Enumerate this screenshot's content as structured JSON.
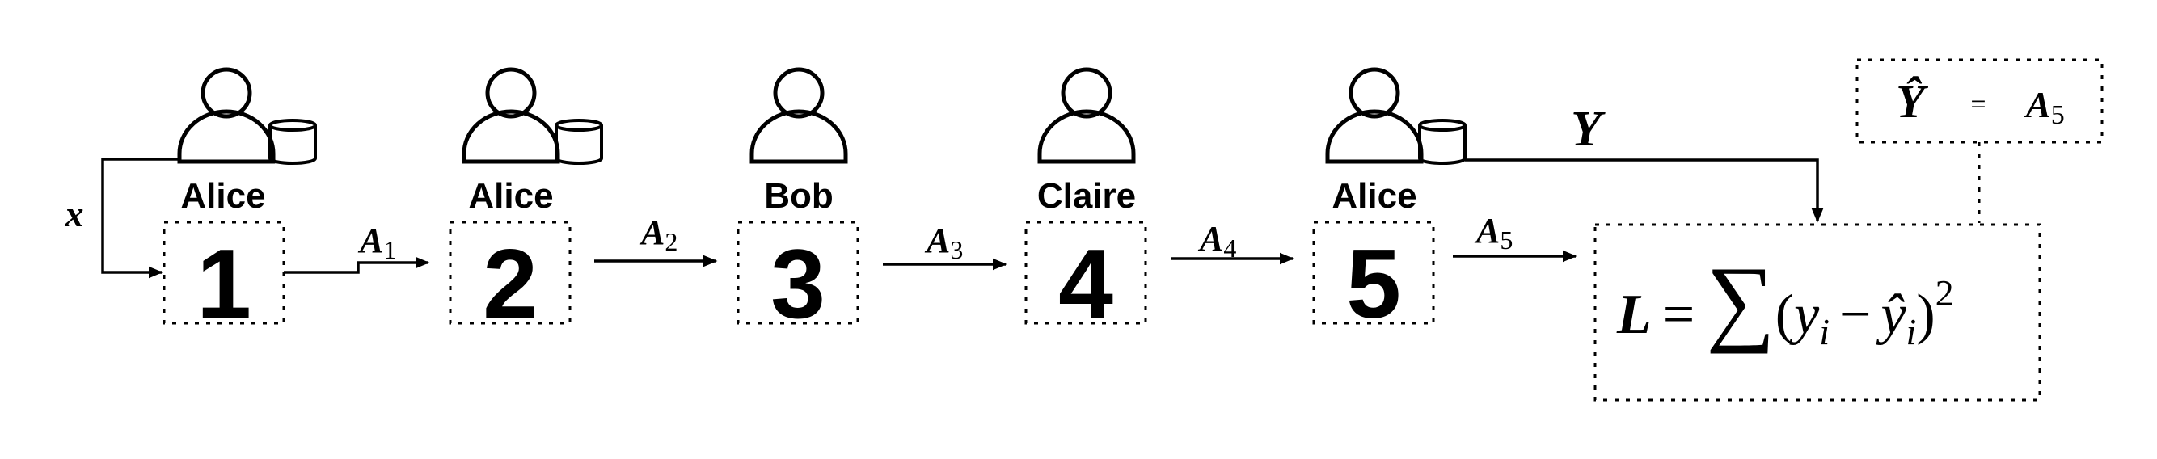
{
  "input": {
    "var": "x"
  },
  "parties": [
    {
      "step": "1",
      "name": "Alice",
      "has_data": true
    },
    {
      "step": "2",
      "name": "Alice",
      "has_data": true
    },
    {
      "step": "3",
      "name": "Bob",
      "has_data": false
    },
    {
      "step": "4",
      "name": "Claire",
      "has_data": false
    },
    {
      "step": "5",
      "name": "Alice",
      "has_data": true
    }
  ],
  "activations": [
    {
      "sym": "A",
      "sub": "1"
    },
    {
      "sym": "A",
      "sub": "2"
    },
    {
      "sym": "A",
      "sub": "3"
    },
    {
      "sym": "A",
      "sub": "4"
    },
    {
      "sym": "A",
      "sub": "5"
    }
  ],
  "labels": {
    "sym": "Y"
  },
  "prediction": {
    "lhs": "Ŷ",
    "eq": "=",
    "rhs_sym": "A",
    "rhs_sub": "5"
  },
  "loss": {
    "lhs": "L",
    "eq": "=",
    "sum": "∑",
    "open": "(",
    "y": "y",
    "i1": "i",
    "minus": "−",
    "yhat": "ŷ",
    "i2": "i",
    "close": ")",
    "pow": "2"
  }
}
